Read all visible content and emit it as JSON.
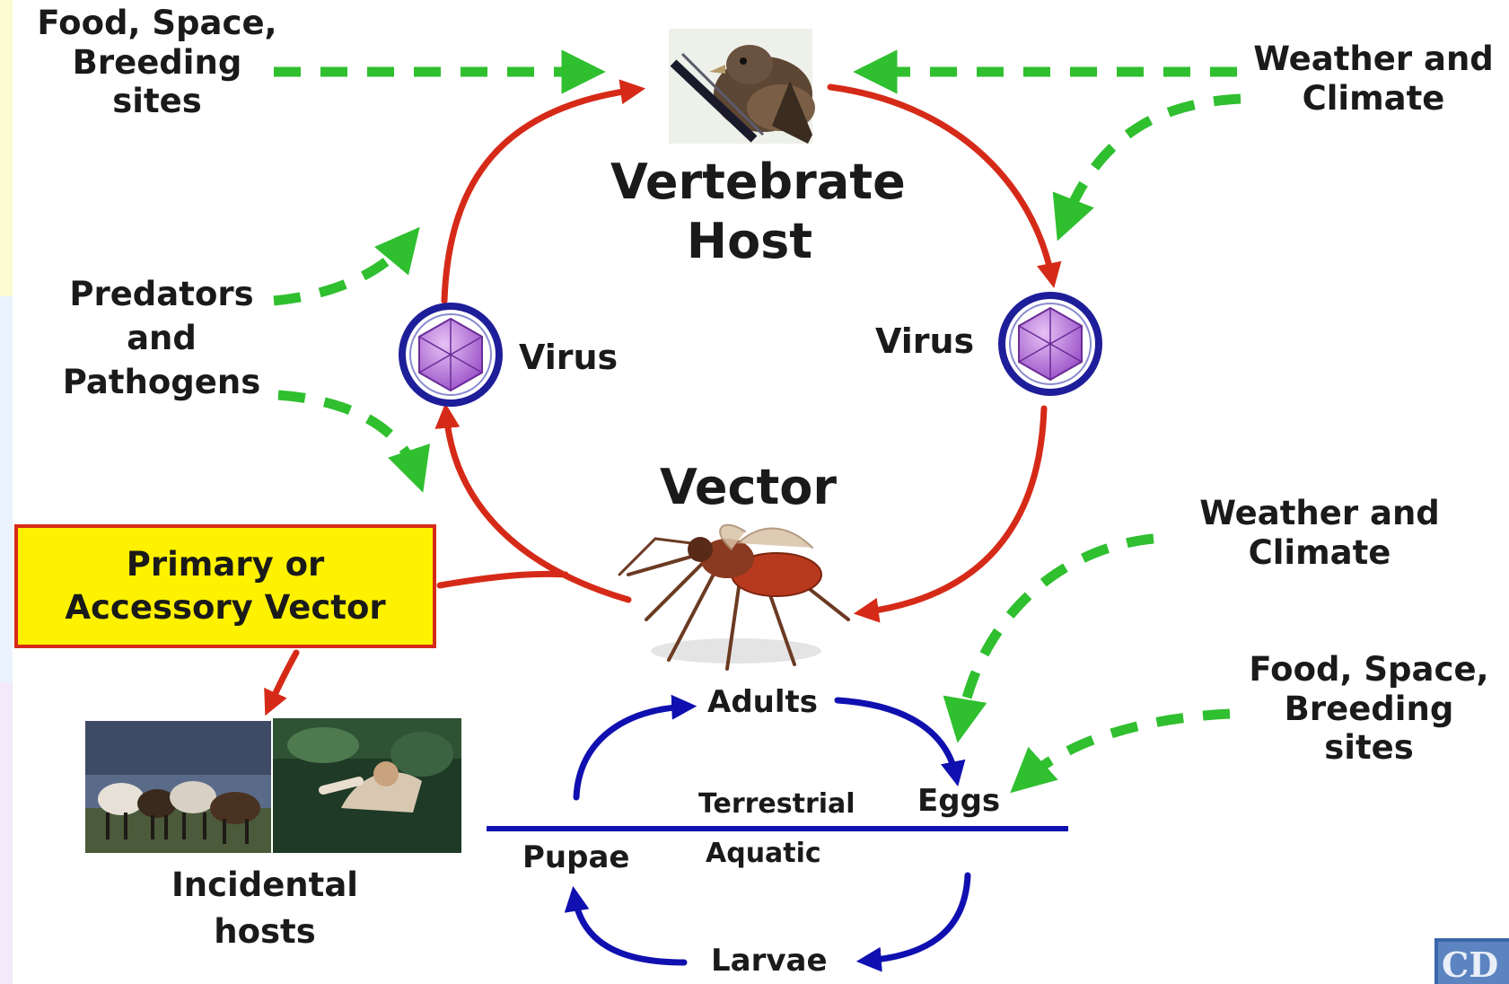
{
  "labels": {
    "food_space_top": [
      "Food, Space,",
      "Breeding",
      "sites"
    ],
    "weather_top": [
      "Weather and",
      "Climate"
    ],
    "vertebrate_host": [
      "Vertebrate",
      "Host"
    ],
    "predators": [
      "Predators",
      "and",
      "Pathogens"
    ],
    "virus_left": "Virus",
    "virus_right": "Virus",
    "vector": "Vector",
    "weather_bottom": [
      "Weather and",
      "Climate"
    ],
    "food_space_bottom": [
      "Food, Space,",
      "Breeding",
      "sites"
    ],
    "primary_vector": [
      "Primary or",
      "Accessory Vector"
    ],
    "incidental_hosts": [
      "Incidental",
      "hosts"
    ],
    "adults": "Adults",
    "eggs": "Eggs",
    "pupae": "Pupae",
    "larvae": "Larvae",
    "terrestrial": "Terrestrial",
    "aquatic": "Aquatic",
    "logo": "CD"
  },
  "colors": {
    "transmission_arrow": "#d62a18",
    "environment_arrow": "#2fbf2f",
    "lifecycle_arrow": "#1010b0",
    "highlight_box": "#fff200",
    "virus_ring": "#1e1e9a",
    "virus_fill": "#b46ad8"
  },
  "icons": [
    "bird-icon",
    "virus-icon",
    "mosquito-icon",
    "horses-photo",
    "person-photo",
    "cdc-logo"
  ]
}
